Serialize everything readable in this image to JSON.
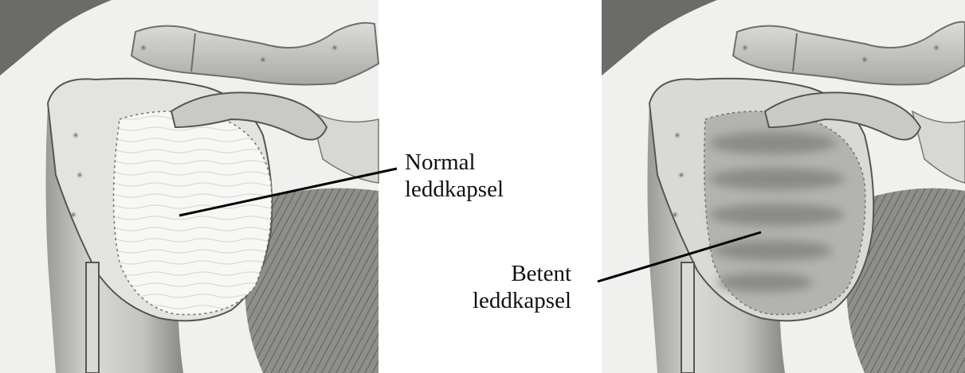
{
  "labels": {
    "normal": {
      "line1": "Normal",
      "line2": "leddkapsel"
    },
    "inflamed": {
      "line1": "Betent",
      "line2": "leddkapsel"
    }
  },
  "colors": {
    "background": "#f0f0ef",
    "bone": "#cfcfcd",
    "bone_dark": "#8d8d8a",
    "normal_capsule": "#f6f6f4",
    "inflamed_capsule": "#9d9d9b",
    "muscle": "#7d7d7a",
    "leader_line": "#000000"
  }
}
